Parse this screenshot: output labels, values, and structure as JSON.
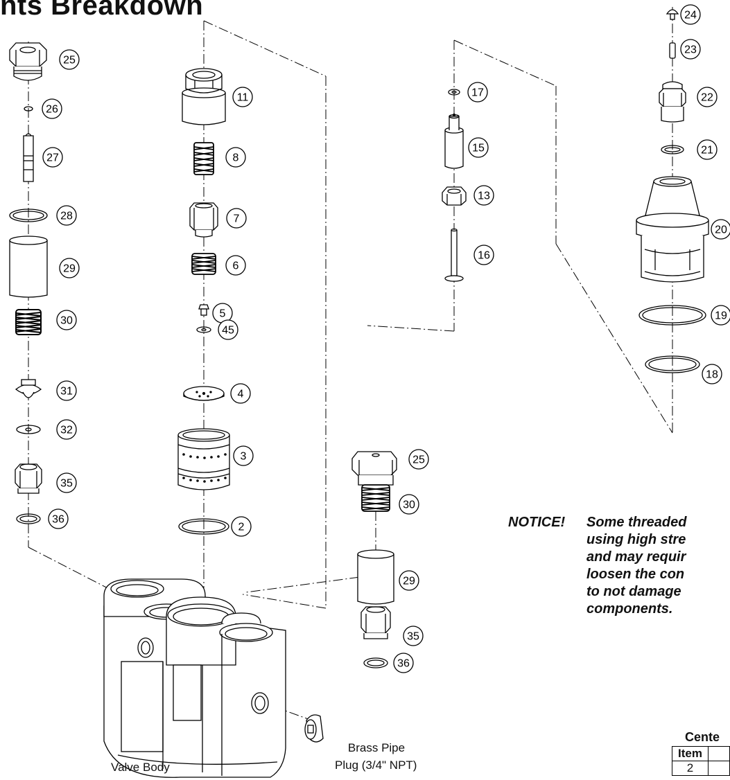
{
  "title": "nts Breakdown",
  "callouts": [
    "24",
    "23",
    "22",
    "21",
    "20",
    "19",
    "18",
    "25",
    "26",
    "27",
    "28",
    "29",
    "30",
    "31",
    "32",
    "35",
    "36",
    "11",
    "8",
    "7",
    "6",
    "5",
    "45",
    "4",
    "3",
    "2",
    "17",
    "15",
    "13",
    "16",
    "25",
    "30",
    "29",
    "35",
    "36"
  ],
  "notice": {
    "heading": "NOTICE!",
    "lines": [
      "Some threaded",
      "using high stre",
      "and may requir",
      "loosen the con",
      "to not damage",
      "components."
    ]
  },
  "captions": {
    "valve_body": "Valve Body",
    "plug_line1": "Brass Pipe",
    "plug_line2": "Plug (3/4\" NPT)"
  },
  "table": {
    "title": "Cente",
    "header": "Item",
    "first_row": "2"
  }
}
